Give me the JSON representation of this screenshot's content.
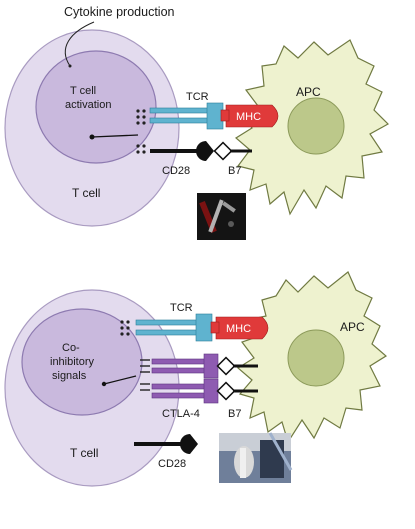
{
  "panels": [
    {
      "top_label": "Cytokine production",
      "inner_lines": [
        "T cell",
        "activation"
      ],
      "cell_label": "T cell",
      "apc_label": "APC",
      "tcr_label": "TCR",
      "mhc_label": "MHC",
      "cd28_label": "CD28",
      "b7_label": "B7"
    },
    {
      "inner_lines": [
        "Co-",
        "inhibitory",
        "signals"
      ],
      "cell_label": "T cell",
      "apc_label": "APC",
      "tcr_label": "TCR",
      "mhc_label": "MHC",
      "ctla4_label": "CTLA-4",
      "b7_label": "B7",
      "cd28_label": "CD28"
    }
  ],
  "colors": {
    "tcell_outer": "#e3dbee",
    "tcell_inner": "#c9b9dd",
    "apc_fill": "#eef2cf",
    "apc_nucleus": "#bcc88a",
    "tcr": "#5fb3cf",
    "mhc": "#e03a3a",
    "ctla4": "#8e5bb1",
    "receptor_black": "#111111"
  }
}
